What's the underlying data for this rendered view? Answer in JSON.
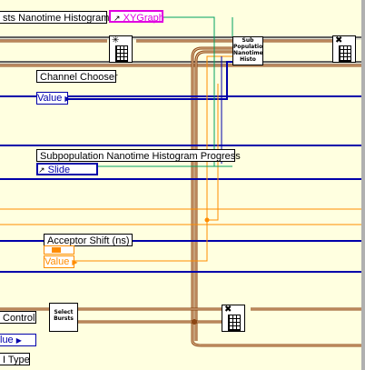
{
  "labels": {
    "histogram_title": "sts  Nanotime Histogram",
    "xygraph": "XYGraph",
    "channel_chooser": "Channel Chooser",
    "channel_value": "Value",
    "progress_title": "Subpopulation Nanotime Histogram Progress",
    "slide": "Slide",
    "acceptor_shift": "Acceptor Shift (ns)",
    "acceptor_value": "Value",
    "control": "Control",
    "value_left": "lue",
    "i_type": "I Type"
  },
  "subvis": {
    "nanotime_hist": "Sub Populatio Nanotime Histo",
    "select_bursts": "Select Bursts"
  },
  "colors": {
    "background": "#FFFFE0",
    "numeric_wire": "#0000AA",
    "cluster_wire": "#8B4513",
    "orange_wire": "#FF8C00",
    "green_wire": "#00A060",
    "gray_wire": "#A0A0A0",
    "pink": "#E000E0"
  },
  "icons": [
    "xygraph-icon",
    "slide-ref-icon",
    "numeric-terminal-icon",
    "array-vi-icon",
    "close-vi-icon"
  ]
}
